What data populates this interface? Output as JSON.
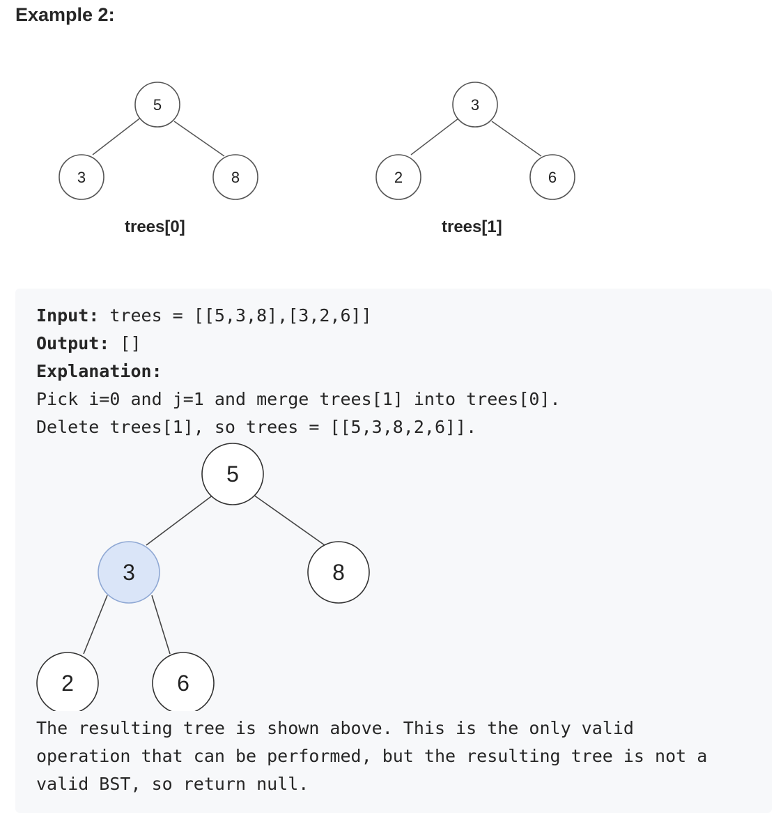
{
  "heading": "Example 2:",
  "trees": [
    {
      "caption": "trees[0]",
      "root": "5",
      "left": "3",
      "right": "8"
    },
    {
      "caption": "trees[1]",
      "root": "3",
      "left": "2",
      "right": "6"
    }
  ],
  "example": {
    "input_label": "Input:",
    "input_value": " trees = [[5,3,8],[3,2,6]]",
    "output_label": "Output:",
    "output_value": " []",
    "explanation_label": "Explanation:",
    "explanation_lines": [
      "Pick i=0 and j=1 and merge trees[1] into trees[0].",
      "Delete trees[1], so trees = [[5,3,8,2,6]]."
    ],
    "result_tree": {
      "root": "5",
      "left": "3",
      "right": "8",
      "left_left": "2",
      "left_right": "6",
      "highlighted_node": "3",
      "highlight_color": "#dae5f8"
    },
    "conclusion_lines": [
      "The resulting tree is shown above. This is the only valid",
      "operation that can be performed, but the resulting tree is not a",
      "valid BST, so return null."
    ]
  }
}
